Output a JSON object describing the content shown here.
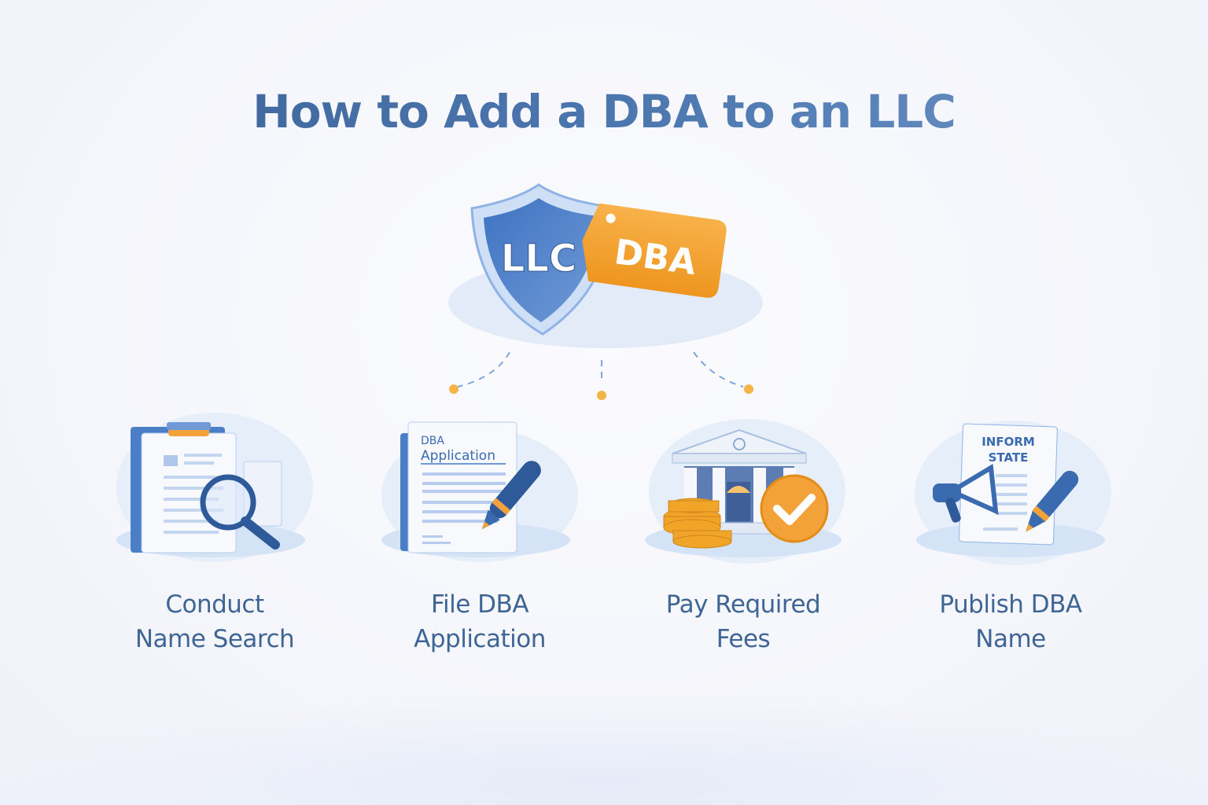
{
  "title": "How to Add a DBA to an LLC",
  "hero": {
    "shield_text": "LLC",
    "tag_text": "DBA",
    "icon": "shield-with-tag-icon"
  },
  "colors": {
    "title_blue": "#3f6595",
    "shield_blue": "#4a7fc8",
    "tag_orange": "#f3a23a",
    "accent_dot": "#f5b447",
    "dash_blue": "#7aa7e0",
    "background": "#f5f6fb"
  },
  "steps": [
    {
      "icon": "clipboard-search-icon",
      "line1": "Conduct",
      "line2": "Name Search"
    },
    {
      "icon": "application-form-pen-icon",
      "line1": "File DBA",
      "line2": "Application",
      "doc_title_1": "DBA",
      "doc_title_2": "Application"
    },
    {
      "icon": "bank-coins-check-icon",
      "line1": "Pay Required",
      "line2": "Fees"
    },
    {
      "icon": "megaphone-document-icon",
      "line1": "Publish DBA",
      "line2": "Name",
      "doc_title_1": "INFORM",
      "doc_title_2": "STATE"
    }
  ]
}
